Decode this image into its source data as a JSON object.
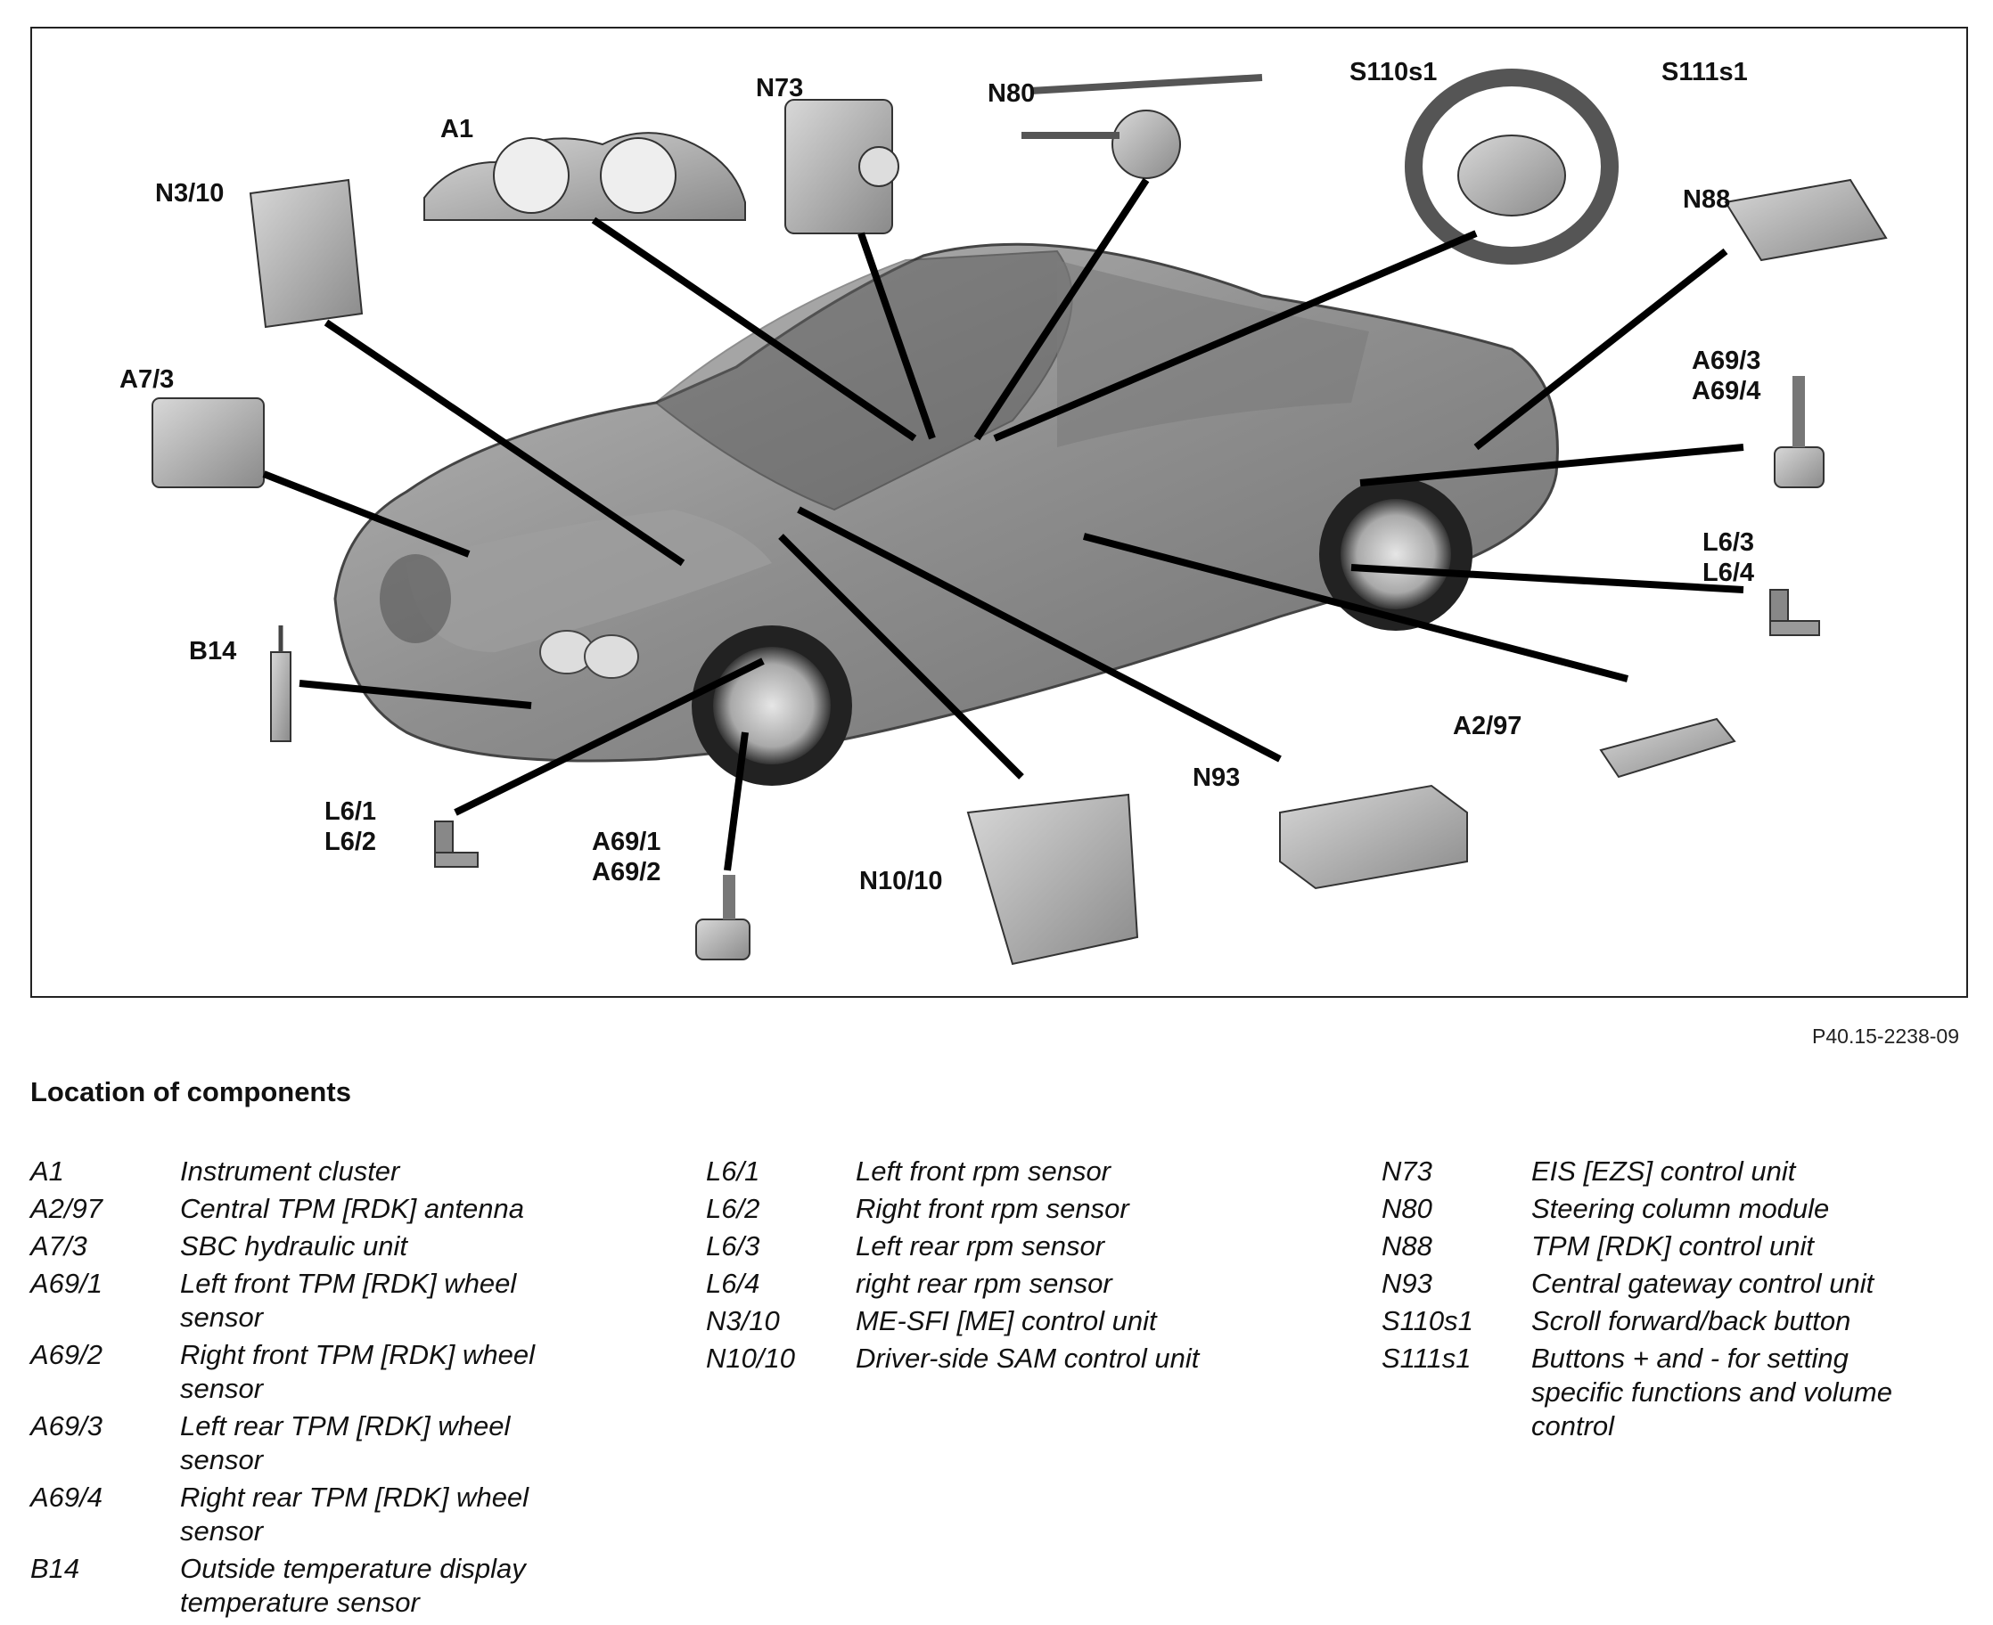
{
  "figure": {
    "callouts": {
      "a1": "A1",
      "n73": "N73",
      "n80": "N80",
      "s110s1": "S110s1",
      "s111s1": "S111s1",
      "n3_10": "N3/10",
      "n88": "N88",
      "a7_3": "A7/3",
      "a69_3_4": "A69/3\nA69/4",
      "l6_3_4": "L6/3\nL6/4",
      "b14": "B14",
      "a2_97": "A2/97",
      "n93": "N93",
      "l6_1_2": "L6/1\nL6/2",
      "a69_1_2": "A69/1\nA69/2",
      "n10_10": "N10/10"
    },
    "figure_id": "P40.15-2238-09"
  },
  "legend": {
    "title": "Location of components",
    "columns": [
      [
        {
          "code": "A1",
          "desc": "Instrument cluster"
        },
        {
          "code": "A2/97",
          "desc": "Central TPM [RDK] antenna"
        },
        {
          "code": "A7/3",
          "desc": "SBC hydraulic unit"
        },
        {
          "code": "A69/1",
          "desc": "Left front TPM [RDK] wheel sensor"
        },
        {
          "code": "A69/2",
          "desc": "Right front TPM [RDK] wheel sensor"
        },
        {
          "code": "A69/3",
          "desc": "Left rear TPM [RDK] wheel sensor"
        },
        {
          "code": "A69/4",
          "desc": "Right rear TPM [RDK] wheel sensor"
        },
        {
          "code": "B14",
          "desc": "Outside temperature display temperature sensor"
        }
      ],
      [
        {
          "code": "L6/1",
          "desc": "Left front rpm sensor"
        },
        {
          "code": "L6/2",
          "desc": "Right front rpm sensor"
        },
        {
          "code": "L6/3",
          "desc": "Left rear rpm sensor"
        },
        {
          "code": "L6/4",
          "desc": "right rear rpm sensor"
        },
        {
          "code": "N3/10",
          "desc": "ME-SFI [ME] control unit"
        },
        {
          "code": "N10/10",
          "desc": "Driver-side SAM control unit"
        }
      ],
      [
        {
          "code": "N73",
          "desc": "EIS [EZS] control unit"
        },
        {
          "code": "N80",
          "desc": "Steering column module"
        },
        {
          "code": "N88",
          "desc": "TPM [RDK] control unit"
        },
        {
          "code": "N93",
          "desc": "Central gateway control unit"
        },
        {
          "code": "S110s1",
          "desc": "Scroll forward/back button"
        },
        {
          "code": "S111s1",
          "desc": "Buttons + and - for setting specific functions and volume control"
        }
      ]
    ]
  }
}
